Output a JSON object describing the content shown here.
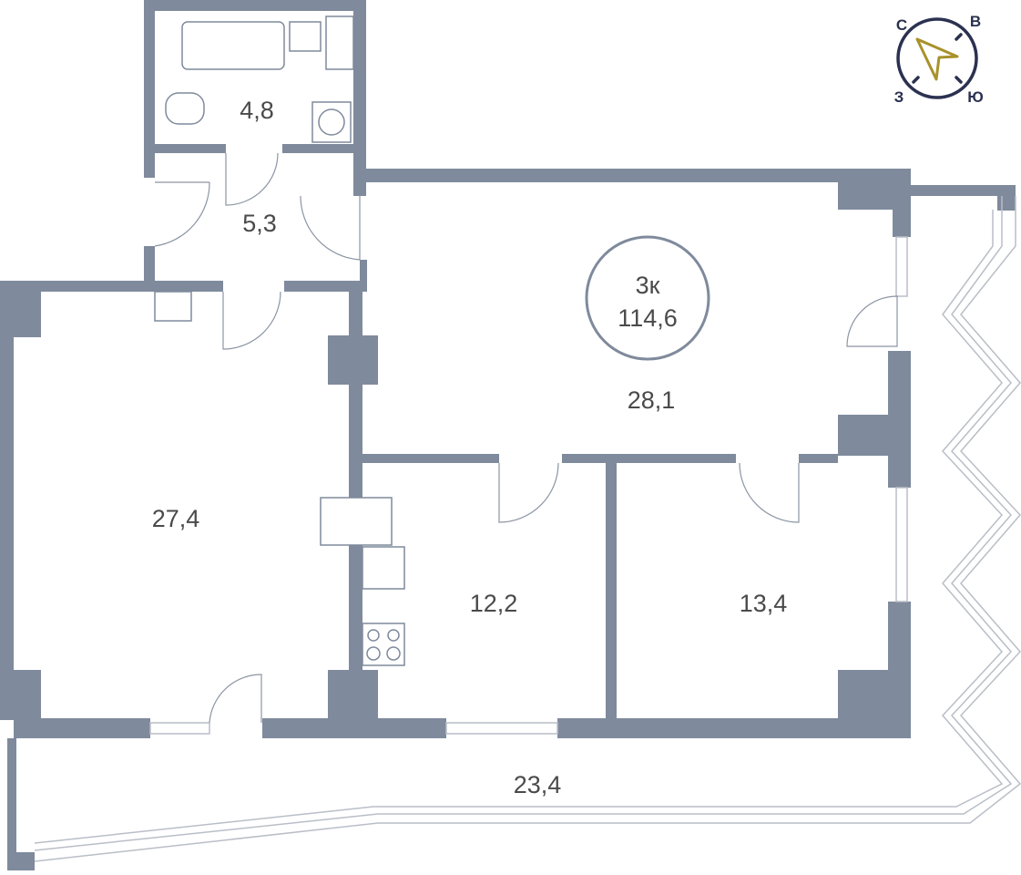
{
  "plan": {
    "type_label": "3к",
    "total_area": "114,6",
    "rooms": [
      {
        "id": "bathroom",
        "area": "4,8"
      },
      {
        "id": "hall",
        "area": "5,3"
      },
      {
        "id": "living",
        "area": "28,1"
      },
      {
        "id": "kitchen-living",
        "area": "27,4"
      },
      {
        "id": "bedroom-1",
        "area": "12,2"
      },
      {
        "id": "bedroom-2",
        "area": "13,4"
      },
      {
        "id": "balcony",
        "area": "23,4"
      }
    ]
  },
  "compass": {
    "north": "С",
    "east": "В",
    "west": "З",
    "south": "Ю",
    "arrow_color": "#a8922a",
    "ring_color": "#2b3150"
  },
  "colors": {
    "wall": "#7f8a9c"
  }
}
